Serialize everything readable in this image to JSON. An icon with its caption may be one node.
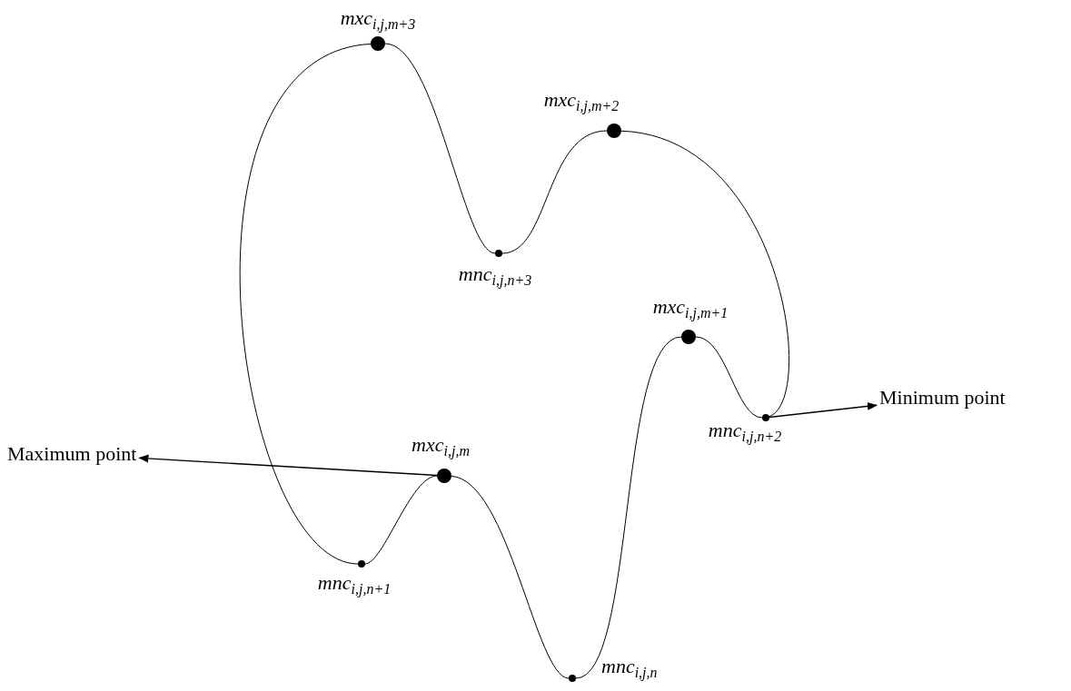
{
  "diagram": {
    "nodes": [
      {
        "text": [],
        "shape": "circle",
        "beside": [
          "mxc$_{i,j,m+3}$"
        ]
      },
      {
        "text": [],
        "shape": "circle",
        "beside": [
          "mxc$_{i,j,m+2}$"
        ]
      },
      {
        "text": [],
        "shape": "circle",
        "beside": [
          "mnc$_{i,j,n+3}$"
        ]
      },
      {
        "text": [],
        "shape": "circle",
        "beside": [
          "mxc$_{i,j,m+1}$"
        ]
      },
      {
        "text": [
          "Minimum point"
        ]
      },
      {
        "text": [],
        "shape": "circle",
        "beside": [
          "mnc$_{i,j,n+2}$"
        ]
      },
      {
        "text": [
          "Maximum point"
        ]
      },
      {
        "text": [],
        "shape": "circle",
        "beside": [
          "mxc$_{i,j,m}$"
        ]
      },
      {
        "text": [],
        "shape": "circle",
        "beside": [
          "mnc$_{i,j,n+1}$"
        ]
      },
      {
        "text": [],
        "shape": "circle",
        "beside": [
          "mnc$_{i,j,n}$"
        ]
      }
    ],
    "edges": [
      {
        "from": 8,
        "to": 7,
        "arrow": "none"
      },
      {
        "from": 7,
        "to": 9,
        "arrow": "none"
      },
      {
        "from": 9,
        "to": 3,
        "arrow": "none"
      },
      {
        "from": 3,
        "to": 5,
        "arrow": "none"
      },
      {
        "from": 5,
        "to": 1,
        "arrow": "none"
      },
      {
        "from": 1,
        "to": 2,
        "arrow": "none"
      },
      {
        "from": 2,
        "to": 0,
        "arrow": "none"
      },
      {
        "from": 0,
        "to": 8,
        "arrow": "none"
      },
      {
        "from": 7,
        "to": 6,
        "arrow": "to"
      },
      {
        "from": 5,
        "to": 4,
        "arrow": "to"
      }
    ]
  }
}
